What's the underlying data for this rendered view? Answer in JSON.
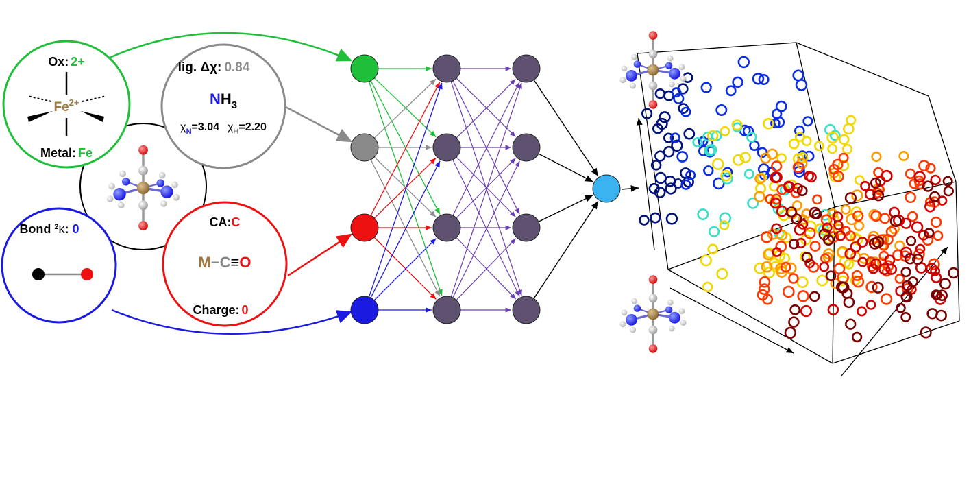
{
  "colors": {
    "green": "#1fbf3a",
    "gray": "#8a8a8a",
    "red": "#ee1111",
    "blue": "#1a1ae0",
    "purple": "#5e5270",
    "output": "#3ab3f0",
    "bronze": "#a07840",
    "edge_purple": "#6a3fb0"
  },
  "ox_circle": {
    "label": "Ox:",
    "value": "2+",
    "center": "Fe",
    "center_sup": "2+",
    "footer_label": "Metal:",
    "footer_value": "Fe"
  },
  "lig_circle": {
    "label": "lig. Δχ:",
    "value": "0.84",
    "formula_n": "N",
    "formula_h": "H",
    "formula_sub": "3",
    "chi_sym": "χ",
    "chi_n_sub": "N",
    "chi_n_val": "=3.04",
    "chi_h_sub": "H",
    "chi_h_val": "=2.20"
  },
  "bond_circle": {
    "label": "Bond",
    "sup": "2",
    "kappa": "κ",
    "colon": ":",
    "value": "0"
  },
  "ca_circle": {
    "label": "CA:",
    "value": "C",
    "m": "M",
    "dash": "−",
    "c": "C",
    "triple": "≡",
    "o": "O",
    "footer_label": "Charge:",
    "footer_value": "0"
  },
  "network": {
    "input_nodes": [
      "green",
      "gray",
      "red",
      "blue"
    ],
    "hidden_layers": 2,
    "hidden_nodes_per_layer": 4,
    "output_nodes": 1
  },
  "scatter": {
    "palette": [
      "#00127a",
      "#0a2de0",
      "#38e0c8",
      "#f0d800",
      "#ff9a00",
      "#ff3a00",
      "#d00000",
      "#7a0000"
    ]
  }
}
